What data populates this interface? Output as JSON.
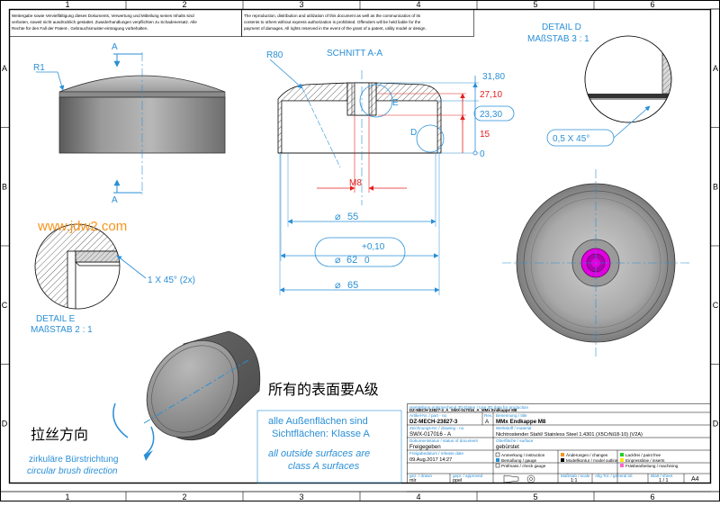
{
  "sheet": {
    "columns": [
      "1",
      "2",
      "3",
      "4",
      "5",
      "6"
    ],
    "rows": [
      "A",
      "B",
      "C",
      "D"
    ]
  },
  "notice": {
    "de": [
      "Weitergabe sowie Vervielfältigung dieses Dokuments, Verwertung und Mitteilung seines Inhalts sind",
      "verboten, soweit nicht ausdrücklich gestattet. Zuwiderhandlungen verpflichten zu Schadenersatz. Alle",
      "Rechte für den Fall der Patent-, Gebrauchsmuster-eintragung vorbehalten."
    ],
    "en": [
      "The reproduction, distribution and utilization of this document as well as the communication of its",
      "contents to others without express authorization is prohibited. Offenders will be held liable for the",
      "payment of damages. All rights reserved in the event of the grant of a patent, utility model or design."
    ]
  },
  "labels": {
    "section_a_left": "A",
    "section_a_bottom": "A",
    "r1": "R1",
    "schnitt": "SCHNITT A-A",
    "r80": "R80",
    "e": "E",
    "d": "D",
    "detail_d_title": "DETAIL D",
    "detail_d_scale": "MAßSTAB 3 : 1",
    "detail_e_title": "DETAIL E",
    "detail_e_scale": "MAßSTAB 2 : 1",
    "watermark": "www.jdw2.com"
  },
  "dimensions": {
    "h_31_80": "31,80",
    "h_27_10": "27,10",
    "h_23_30": "23,30",
    "h_15": "15",
    "h_0": "0",
    "m8": "M8",
    "d55": "55",
    "d62": "62",
    "d62_upper": "+0,10",
    "d62_lower": "0",
    "d65": "65",
    "chamfer_d": "0,5 X 45°",
    "chamfer_e": "1 X 45° (2x)"
  },
  "notes": {
    "cn_surface": "所有的表面要A级",
    "cn_brush": "拉丝方向",
    "de_brush_1": "zirkuläre Bürstrichtung",
    "en_brush_1": "circular brush direction",
    "de_surface_1": "alle Außenflächen sind",
    "de_surface_2": "Sichtflächen: Klasse A",
    "en_surface_1": "all outside surfaces are",
    "en_surface_2": "class A surfaces"
  },
  "title_block": {
    "h_derived": "Herstellung entsprechend 3D-Daten / Use 3D data for production",
    "v_derived": "DZ-MECH-23827-3_A_SWX-017016_A_MMx Endkappe M8",
    "h_partno": "Artikel-Nr. / part - no",
    "v_partno": "DZ-MECH-23827-3",
    "h_rev": "Rev.",
    "v_rev": "A",
    "h_title": "Benennung / title",
    "v_title": "MMx Endkappe M8",
    "h_drawing": "Zeichnungs-Nr. / drawing - no",
    "v_drawing": "SWX-017016 - A",
    "h_material": "Werkstoff / material",
    "v_material": "Nichtrostender Stahl/ Stainless Steel 1.4301 (X5CrNi18-10) (V2A)",
    "h_status": "Dokumentstatus / status of document",
    "v_status": "Freigegeben",
    "h_surface": "Oberfläche / surface",
    "v_surface": "gebürstet",
    "h_date": "Freigabedatum / release date",
    "v_date": "09.Aug.2017 14:27",
    "leg_1": "Anmerkung / instruction",
    "leg_2": "Bemaßung / gauge",
    "leg_3": "Prüfmass / check gauge",
    "leg_4": "Änderungen / changes",
    "leg_5": "Modellkontur / model outline",
    "leg_6": "Lackfrei / paint free",
    "leg_7": "Einpresslinie / inserts",
    "leg_8": "Fräsbearbeitung / machining",
    "h_drawn": "gez. / drawn",
    "v_drawn": "mlr",
    "h_approved": "gepr. / approved",
    "v_approved": "ppel",
    "h_scale": "Maßstab / scale",
    "v_scale": "1:1",
    "h_general": "Allg.Tol. / general tol.",
    "h_sheet": "Blatt / sheet",
    "v_sheet": "1 / 1",
    "format": "A4"
  },
  "colors": {
    "dimension": "#2a8fd6",
    "check": "#e41e1e",
    "thread": "#e000e0",
    "changes": "#f7941d",
    "paint_free": "#1fd21f",
    "inserts": "#ffe600",
    "machining": "#ff66cc"
  }
}
